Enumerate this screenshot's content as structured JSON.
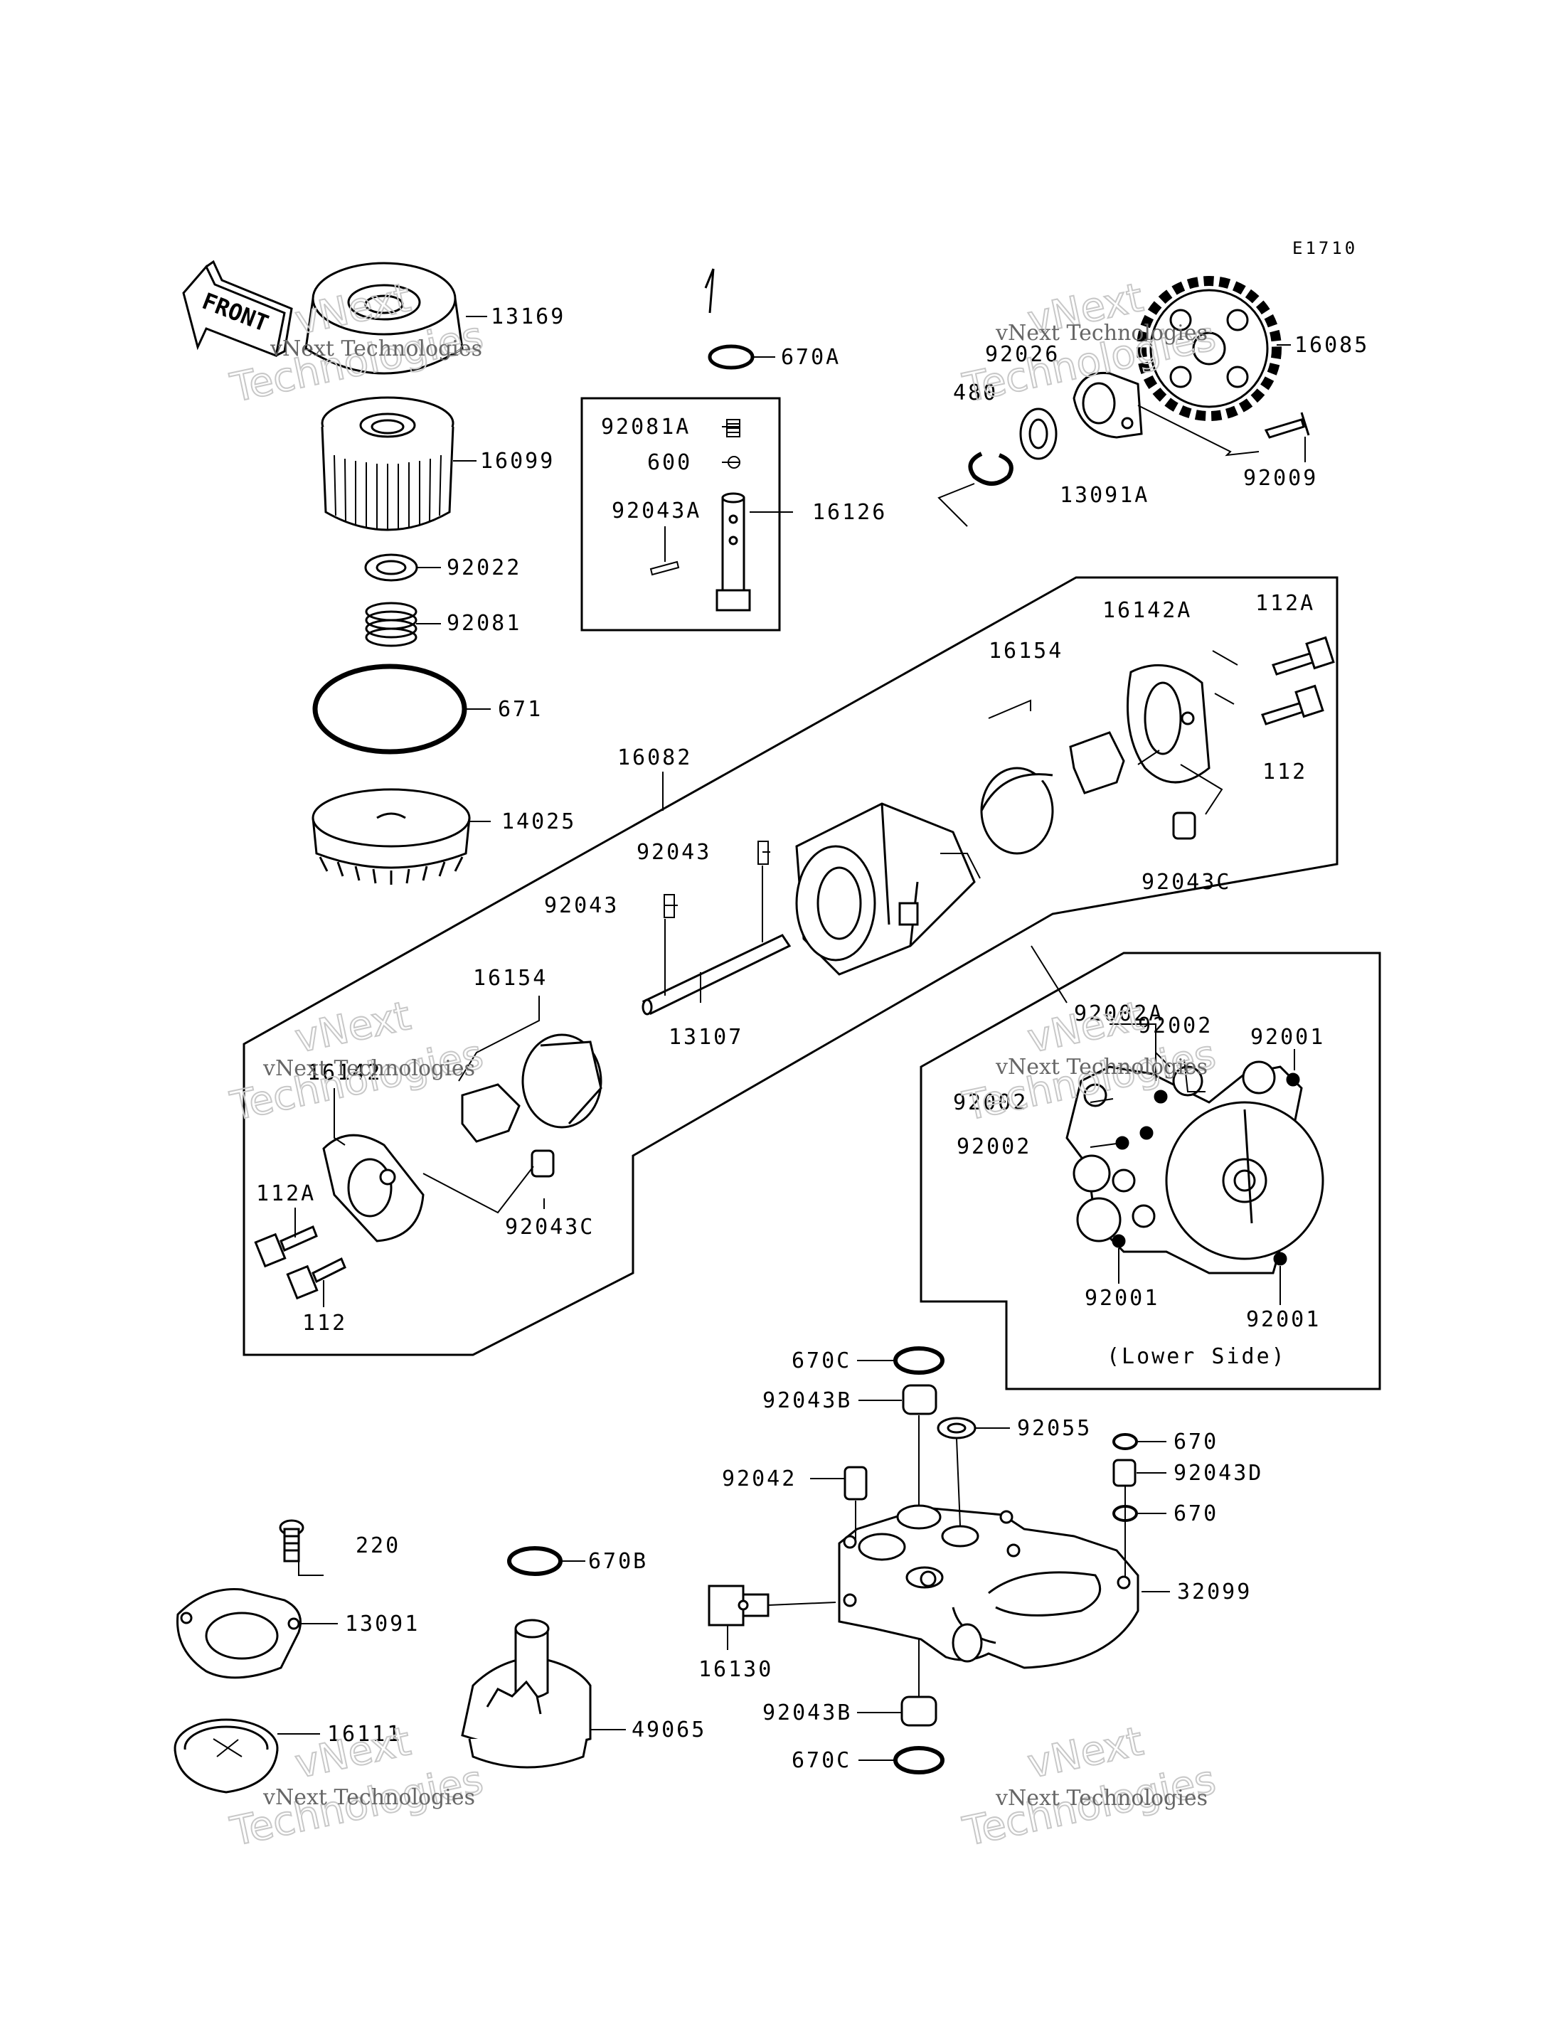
{
  "diagram_code": "E1710",
  "front_label": "FRONT",
  "inset_caption": "(Lower Side)",
  "watermark": {
    "line1": "vNext",
    "line2": "Technologies",
    "caption": "vNext Technologies"
  },
  "part_labels": [
    "13169",
    "16099",
    "92022",
    "92081",
    "671",
    "14025",
    "670A",
    "92081A",
    "600",
    "92043A",
    "16126",
    "16085",
    "92026",
    "480",
    "13091A",
    "92009",
    "16082",
    "16154",
    "16142A",
    "112A",
    "112",
    "92043C",
    "92043",
    "92043",
    "13107",
    "16154",
    "16142",
    "112A",
    "112",
    "92043C",
    "92002A",
    "92002",
    "92001",
    "92002",
    "92002",
    "92001",
    "92001",
    "670C",
    "92043B",
    "92055",
    "670",
    "92043D",
    "670",
    "92042",
    "32099",
    "16130",
    "92043B",
    "670C",
    "220",
    "13091",
    "16111",
    "670B",
    "49065"
  ]
}
